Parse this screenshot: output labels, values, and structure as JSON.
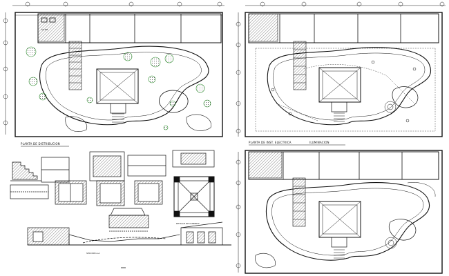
{
  "drawing": {
    "labels": {
      "distribution_plan": "PLANTA DE DISTRIBUCION",
      "electrical_plan": "PLANTA DE INST. ELECTRICA",
      "lighting_plan": "ILUMINACION",
      "section_detail": "DETALLE DE CUBIERTA",
      "elevation_title": "SECCION A-A"
    },
    "colors": {
      "line": "#111111",
      "hatch": "#444444",
      "vegetation": "#2a8a2a",
      "paper": "#ffffff"
    }
  }
}
